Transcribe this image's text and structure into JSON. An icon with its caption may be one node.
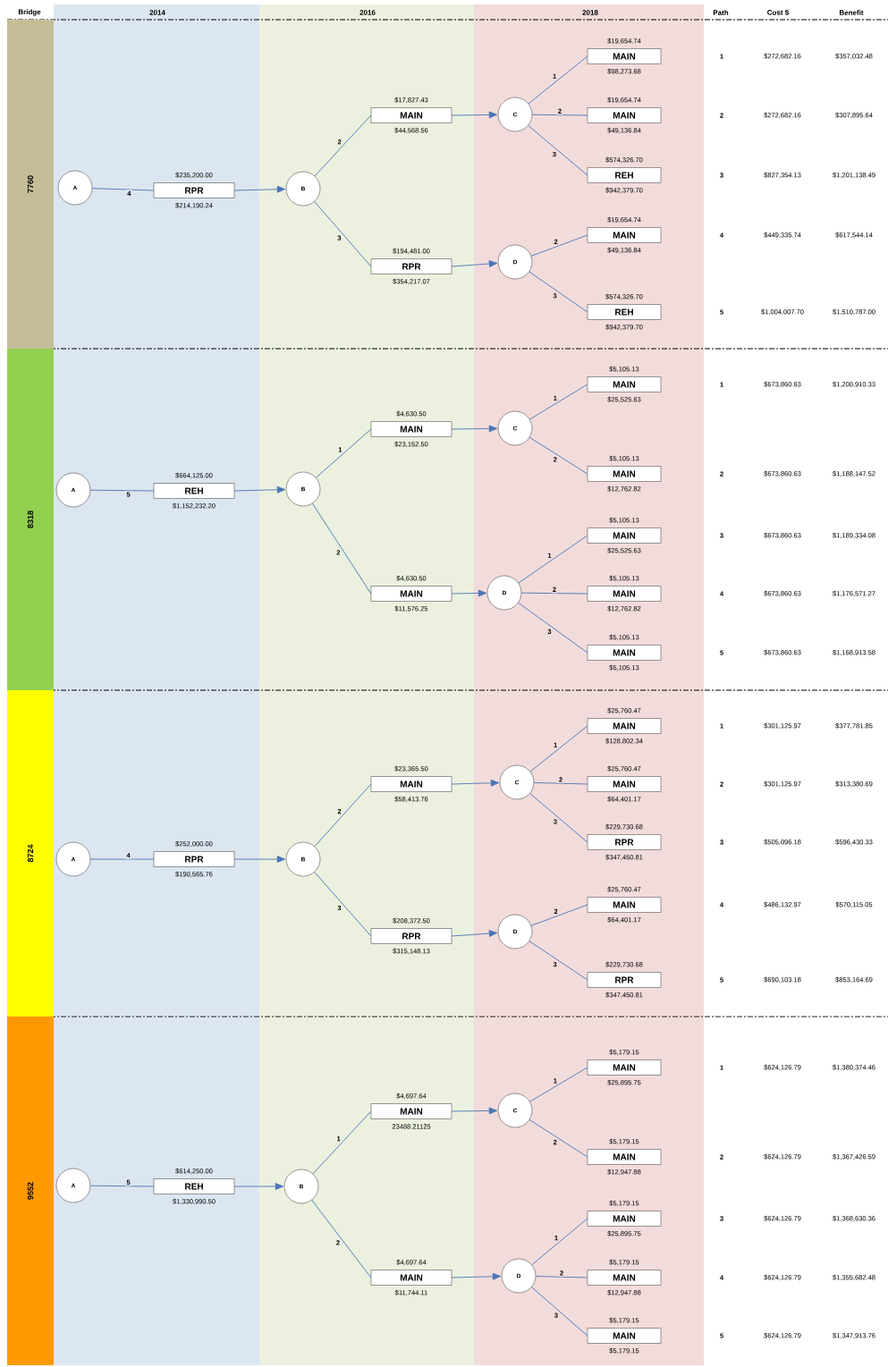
{
  "diagram": {
    "nodes": [
      {
        "text": [
          "7760"
        ]
      },
      {
        "text": [
          "A"
        ]
      },
      {
        "text": [
          "RPR"
        ],
        "beside": [
          "$235,200.00",
          "$214,190.24"
        ]
      },
      {
        "text": [
          "B"
        ]
      },
      {
        "text": [
          "MAIN"
        ],
        "beside": [
          "$17,827.43",
          "$44,568.56"
        ]
      },
      {
        "text": [
          "RPR"
        ],
        "beside": [
          "$194,481.00",
          "$354,217.07"
        ]
      },
      {
        "text": [
          "C"
        ]
      },
      {
        "text": [
          "D"
        ]
      },
      {
        "text": [
          "MAIN"
        ],
        "beside": [
          "$19,654.74",
          "$98,273.68"
        ]
      },
      {
        "text": [
          "MAIN"
        ],
        "beside": [
          "$19,654.74",
          "$49,136.84"
        ]
      },
      {
        "text": [
          "REH"
        ],
        "beside": [
          "$574,326.70",
          "$942,379.70"
        ]
      },
      {
        "text": [
          "MAIN"
        ],
        "beside": [
          "$19,654.74",
          "$49,136.84"
        ]
      },
      {
        "text": [
          "REH"
        ],
        "beside": [
          "$574,326.70",
          "$942,379.70"
        ]
      },
      {
        "text": [
          "8318"
        ]
      },
      {
        "text": [
          "A"
        ]
      },
      {
        "text": [
          "REH"
        ],
        "beside": [
          "$664,125.00",
          "$1,152,232.20"
        ]
      },
      {
        "text": [
          "B"
        ]
      },
      {
        "text": [
          "MAIN"
        ],
        "beside": [
          "$4,630.50",
          "$23,152.50"
        ]
      },
      {
        "text": [
          "MAIN"
        ],
        "beside": [
          "$4,630.50",
          "$11,576.25"
        ]
      },
      {
        "text": [
          "C"
        ]
      },
      {
        "text": [
          "D"
        ]
      },
      {
        "text": [
          "MAIN"
        ],
        "beside": [
          "$5,105.13",
          "$25,525.63"
        ]
      },
      {
        "text": [
          "MAIN"
        ],
        "beside": [
          "$5,105.13",
          "$12,762.82"
        ]
      },
      {
        "text": [
          "MAIN"
        ],
        "beside": [
          "$5,105.13",
          "$25,525.63"
        ]
      },
      {
        "text": [
          "MAIN"
        ],
        "beside": [
          "$5,105.13",
          "$12,762.82"
        ]
      },
      {
        "text": [
          "MAIN"
        ],
        "beside": [
          "$5,105.13",
          "$5,105.13"
        ]
      },
      {
        "text": [
          "8724"
        ]
      },
      {
        "text": [
          "A"
        ]
      },
      {
        "text": [
          "RPR"
        ],
        "beside": [
          "$252,000.00",
          "$190,565.76"
        ]
      },
      {
        "text": [
          "B"
        ]
      },
      {
        "text": [
          "MAIN"
        ],
        "beside": [
          "$23,365.50",
          "$58,413.76"
        ]
      },
      {
        "text": [
          "RPR"
        ],
        "beside": [
          "$208,372.50",
          "$315,148.13"
        ]
      },
      {
        "text": [
          "C"
        ]
      },
      {
        "text": [
          "D"
        ]
      },
      {
        "text": [
          "MAIN"
        ],
        "beside": [
          "$25,760.47",
          "$128,802.34"
        ]
      },
      {
        "text": [
          "MAIN"
        ],
        "beside": [
          "$25,760.47",
          "$64,401.17"
        ]
      },
      {
        "text": [
          "RPR"
        ],
        "beside": [
          "$229,730.68",
          "$347,450.81"
        ]
      },
      {
        "text": [
          "MAIN"
        ],
        "beside": [
          "$25,760.47",
          "$64,401.17"
        ]
      },
      {
        "text": [
          "RPR"
        ],
        "beside": [
          "$229,730.68",
          "$347,450.81"
        ]
      },
      {
        "text": [
          "9552"
        ]
      },
      {
        "text": [
          "A"
        ]
      },
      {
        "text": [
          "REH"
        ],
        "beside": [
          "$614,250.00",
          "$1,330,990.50"
        ]
      },
      {
        "text": [
          "B"
        ]
      },
      {
        "text": [
          "MAIN"
        ],
        "beside": [
          "$4,697.64",
          "23488.21125"
        ]
      },
      {
        "text": [
          "MAIN"
        ],
        "beside": [
          "$4,697.64",
          "$11,744.11"
        ]
      },
      {
        "text": [
          "C"
        ]
      },
      {
        "text": [
          "D"
        ]
      },
      {
        "text": [
          "MAIN"
        ],
        "beside": [
          "$5,179.15",
          "$25,895.75"
        ]
      },
      {
        "text": [
          "MAIN"
        ],
        "beside": [
          "$5,179.15",
          "$12,947.88"
        ]
      },
      {
        "text": [
          "MAIN"
        ],
        "beside": [
          "$5,179.15",
          "$25,895.75"
        ]
      },
      {
        "text": [
          "MAIN"
        ],
        "beside": [
          "$5,179.15",
          "$12,947.88"
        ]
      },
      {
        "text": [
          "MAIN"
        ],
        "beside": [
          "$5,179.15",
          "$5,179.15"
        ]
      }
    ],
    "edges": [
      {
        "from": 1,
        "to": 2,
        "arrow": "none",
        "label": "4"
      },
      {
        "from": 2,
        "to": 3,
        "arrow": "to"
      },
      {
        "from": 3,
        "to": 4,
        "arrow": "none",
        "label": "2"
      },
      {
        "from": 3,
        "to": 5,
        "arrow": "none",
        "label": "3"
      },
      {
        "from": 4,
        "to": 6,
        "arrow": "to"
      },
      {
        "from": 5,
        "to": 7,
        "arrow": "to"
      },
      {
        "from": 6,
        "to": 8,
        "arrow": "none",
        "label": "1"
      },
      {
        "from": 6,
        "to": 9,
        "arrow": "none",
        "label": "2"
      },
      {
        "from": 6,
        "to": 10,
        "arrow": "none",
        "label": "3"
      },
      {
        "from": 7,
        "to": 11,
        "arrow": "none",
        "label": "2"
      },
      {
        "from": 7,
        "to": 12,
        "arrow": "none",
        "label": "3"
      },
      {
        "from": 14,
        "to": 15,
        "arrow": "none",
        "label": "5"
      },
      {
        "from": 15,
        "to": 16,
        "arrow": "to"
      },
      {
        "from": 16,
        "to": 17,
        "arrow": "none",
        "label": "1"
      },
      {
        "from": 16,
        "to": 18,
        "arrow": "none",
        "label": "2"
      },
      {
        "from": 17,
        "to": 19,
        "arrow": "to"
      },
      {
        "from": 18,
        "to": 20,
        "arrow": "to"
      },
      {
        "from": 19,
        "to": 21,
        "arrow": "none",
        "label": "1"
      },
      {
        "from": 19,
        "to": 22,
        "arrow": "none",
        "label": "2"
      },
      {
        "from": 20,
        "to": 23,
        "arrow": "none",
        "label": "1"
      },
      {
        "from": 20,
        "to": 24,
        "arrow": "none",
        "label": "2"
      },
      {
        "from": 20,
        "to": 25,
        "arrow": "none",
        "label": "3"
      },
      {
        "from": 27,
        "to": 28,
        "arrow": "none",
        "label": "4"
      },
      {
        "from": 28,
        "to": 29,
        "arrow": "to"
      },
      {
        "from": 29,
        "to": 30,
        "arrow": "none",
        "label": "2"
      },
      {
        "from": 29,
        "to": 31,
        "arrow": "none",
        "label": "3"
      },
      {
        "from": 30,
        "to": 32,
        "arrow": "to"
      },
      {
        "from": 31,
        "to": 33,
        "arrow": "to"
      },
      {
        "from": 32,
        "to": 34,
        "arrow": "none",
        "label": "1"
      },
      {
        "from": 32,
        "to": 35,
        "arrow": "none",
        "label": "2"
      },
      {
        "from": 32,
        "to": 36,
        "arrow": "none",
        "label": "3"
      },
      {
        "from": 33,
        "to": 37,
        "arrow": "none",
        "label": "2"
      },
      {
        "from": 33,
        "to": 38,
        "arrow": "none",
        "label": "3"
      },
      {
        "from": 40,
        "to": 41,
        "arrow": "none",
        "label": "5"
      },
      {
        "from": 41,
        "to": 42,
        "arrow": "to"
      },
      {
        "from": 42,
        "to": 43,
        "arrow": "none",
        "label": "1"
      },
      {
        "from": 42,
        "to": 44,
        "arrow": "none",
        "label": "2"
      },
      {
        "from": 43,
        "to": 45,
        "arrow": "to"
      },
      {
        "from": 44,
        "to": 46,
        "arrow": "to"
      },
      {
        "from": 45,
        "to": 47,
        "arrow": "none",
        "label": "1"
      },
      {
        "from": 45,
        "to": 48,
        "arrow": "none",
        "label": "2"
      },
      {
        "from": 46,
        "to": 49,
        "arrow": "none",
        "label": "1"
      },
      {
        "from": 46,
        "to": 50,
        "arrow": "none",
        "label": "2"
      },
      {
        "from": 46,
        "to": 51,
        "arrow": "none",
        "label": "3"
      }
    ],
    "labels": [
      "Bridge",
      "2014",
      "2016",
      "2018",
      "Path",
      "Cost $",
      "Benefit",
      "1",
      "$272,682.16",
      "$357,032.48",
      "2",
      "$272,682.16",
      "$307,895.64",
      "3",
      "$827,354.13",
      "$1,201,138.49",
      "4",
      "$449,335.74",
      "$617,544.14",
      "5",
      "$1,004,007.70",
      "$1,510,787.00",
      "1",
      "$673,860.63",
      "$1,200,910.33",
      "2",
      "$673,860.63",
      "$1,188,147.52",
      "3",
      "$673,860.63",
      "$1,189,334.08",
      "4",
      "$673,860.63",
      "$1,176,571.27",
      "5",
      "$673,860.63",
      "$1,168,913.58",
      "1",
      "$301,125.97",
      "$377,781.85",
      "2",
      "$301,125.97",
      "$313,380.69",
      "3",
      "$505,096.18",
      "$596,430.33",
      "4",
      "$486,132.97",
      "$570,115.05",
      "5",
      "$690,103.18",
      "$853,164.69",
      "1",
      "$624,126.79",
      "$1,380,374.46",
      "2",
      "$624,126.79",
      "$1,367,426.59",
      "3",
      "$624,126.79",
      "$1,368,630.36",
      "4",
      "$624,126.79",
      "$1,355,682.48",
      "5",
      "$624,126.79",
      "$1,347,913.76"
    ]
  }
}
